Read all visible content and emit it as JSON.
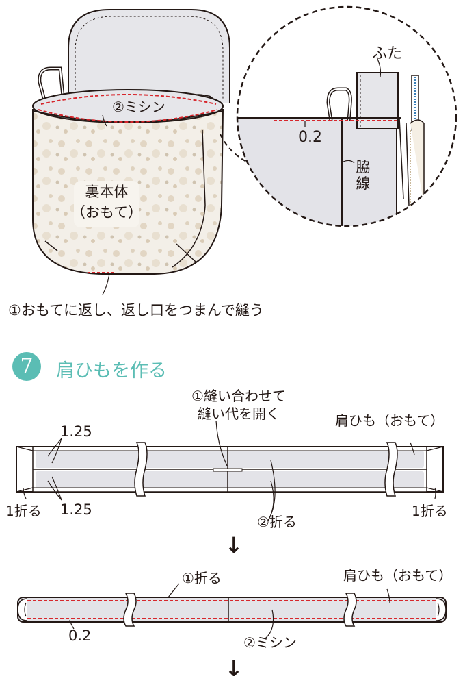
{
  "top_figure": {
    "label_futa": "ふた",
    "label_machine_2": "②ミシン",
    "label_ura_hontai_1": "裏本体",
    "label_ura_hontai_2": "（おもて）",
    "label_02": "0.2",
    "label_side_seam_1": "脇",
    "label_side_seam_2": "線",
    "caption": "①おもてに返し、返し口をつまんで縫う"
  },
  "step7": {
    "number": "7",
    "title": "肩ひもを作る"
  },
  "strap_fig1": {
    "label_sew_1": "①縫い合わせて",
    "label_sew_2": "縫い代を開く",
    "label_strap": "肩ひも（おもて）",
    "label_125_top": "1.25",
    "label_125_bottom": "1.25",
    "label_fold1_left": "1折る",
    "label_fold1_right": "1折る",
    "label_fold2": "②折る"
  },
  "strap_fig2": {
    "label_fold1": "①折る",
    "label_strap": "肩ひも（おもて）",
    "label_02": "0.2",
    "label_machine": "②ミシン"
  },
  "arrow": "↓",
  "colors": {
    "teal": "#5bbdb4",
    "stitch_red": "#d7262c",
    "fabric_grey": "#e3e3e8",
    "line": "#231815"
  }
}
